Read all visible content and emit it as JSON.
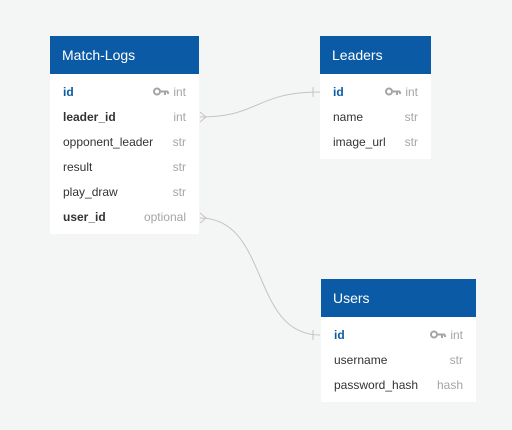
{
  "tables": {
    "match_logs": {
      "name": "Match-Logs",
      "fields": [
        {
          "name": "id",
          "type": "int"
        },
        {
          "name": "leader_id",
          "type": "int"
        },
        {
          "name": "opponent_leader",
          "type": "str"
        },
        {
          "name": "result",
          "type": "str"
        },
        {
          "name": "play_draw",
          "type": "str"
        },
        {
          "name": "user_id",
          "type": "optional"
        }
      ]
    },
    "leaders": {
      "name": "Leaders",
      "fields": [
        {
          "name": "id",
          "type": "int"
        },
        {
          "name": "name",
          "type": "str"
        },
        {
          "name": "image_url",
          "type": "str"
        }
      ]
    },
    "users": {
      "name": "Users",
      "fields": [
        {
          "name": "id",
          "type": "int"
        },
        {
          "name": "username",
          "type": "str"
        },
        {
          "name": "password_hash",
          "type": "hash"
        }
      ]
    }
  },
  "icons": {
    "primary_key": "key-icon",
    "many_end": "crow-foot-icon",
    "one_end": "bar-icon"
  },
  "colors": {
    "header_bg": "#0b5aa5",
    "primary_key_text": "#0b5aa5",
    "field_text": "#333333",
    "type_text": "#a5a5a5",
    "connector": "#c4c4c4",
    "canvas_bg": "#f4f5f5"
  }
}
